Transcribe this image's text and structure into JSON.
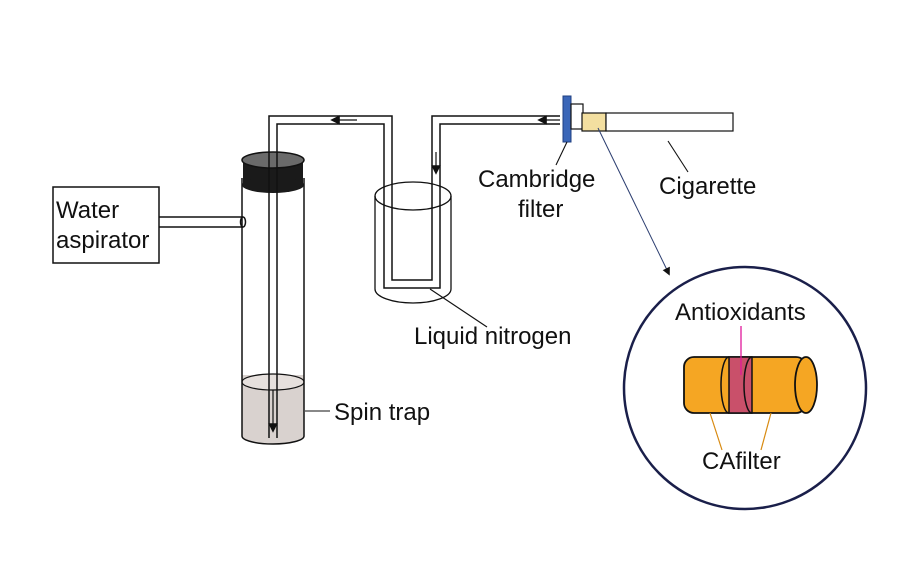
{
  "title": "Experimental setup for spin trapping of cigarette smoke radicals",
  "labels": {
    "water_aspirator_line1": "Water",
    "water_aspirator_line2": "aspirator",
    "spin_trap": "Spin trap",
    "liquid_nitrogen": "Liquid nitrogen",
    "cambridge_filter_line1": "Cambridge",
    "cambridge_filter_line2": "filter",
    "cigarette": "Cigarette",
    "antioxidants": "Antioxidants",
    "ca_filter": "CAfilter"
  },
  "colors": {
    "line": "#111111",
    "cambridge_filter": "#3a66b8",
    "filter_orange": "#f5a623",
    "antioxidant_band": "#c9506a",
    "antioxidant_pointer": "#e0189a",
    "ca_pointer": "#d88a10",
    "callout_line": "#2c3e70",
    "callout_circle": "#1a1f4a",
    "spin_trap_liquid": "#d9d2cf",
    "cap": "#1a1a1a",
    "cigarette_tip": "#f3dfa0"
  },
  "flow_direction": [
    "cigarette",
    "cambridge-filter",
    "liquid-nitrogen-trap",
    "spin-trap",
    "water-aspirator"
  ]
}
